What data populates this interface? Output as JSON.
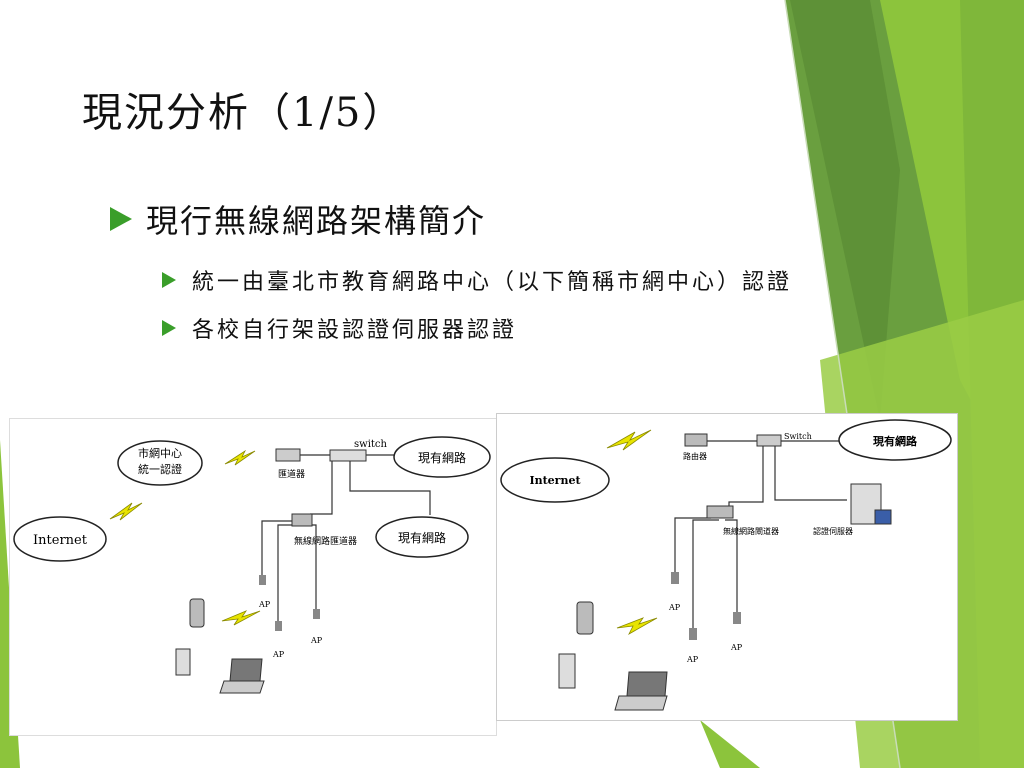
{
  "slide": {
    "title": "現況分析（1/5）",
    "bullet_main": "現行無線網路架構簡介",
    "sub_bullets": [
      "統一由臺北市教育網路中心（以下簡稱市網中心）認證",
      "各校自行架設認證伺服器認證"
    ]
  },
  "diagram_left": {
    "cloud_internet": "Internet",
    "cloud_center_line1": "市網中心",
    "cloud_center_line2": "統一認證",
    "router_label": "匯道器",
    "switch_label": "switch",
    "cloud_existing_1": "現有網路",
    "wireless_router_label": "無線網路匯道器",
    "cloud_existing_2": "現有網路",
    "ap_labels": [
      "AP",
      "AP",
      "AP"
    ]
  },
  "diagram_right": {
    "cloud_internet": "Internet",
    "router_label": "路由器",
    "switch_label": "Switch",
    "cloud_existing": "現有網路",
    "wireless_router_label": "無線網路閘道器",
    "auth_server_label": "認證伺服器",
    "ap_labels": [
      "AP",
      "AP",
      "AP"
    ]
  },
  "colors": {
    "accent_green": "#3a9e2a",
    "decor_dark": "#5f9a3e",
    "decor_light": "#8dc63f",
    "bolt_yellow": "#e8e400"
  }
}
